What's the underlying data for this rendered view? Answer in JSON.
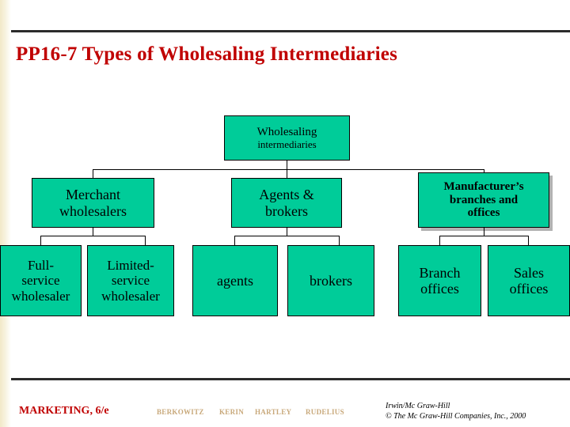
{
  "slide": {
    "title": "PP16-7  Types of Wholesaling Intermediaries",
    "accent_color": "#c00000",
    "box_color": "#00cc99"
  },
  "chart_data": {
    "type": "diagram",
    "title": "Types of Wholesaling Intermediaries",
    "nodes": [
      {
        "id": "root",
        "label": "Wholesaling\nintermediaries",
        "level": 0
      },
      {
        "id": "merchant",
        "label": "Merchant\nwholesalers",
        "level": 1
      },
      {
        "id": "agents_brokers",
        "label": "Agents &\nbrokers",
        "level": 1
      },
      {
        "id": "manufacturer",
        "label": "Manufacturer’s\nbranches and\noffices",
        "level": 1
      },
      {
        "id": "full_service",
        "label": "Full-\nservice\nwholesaler",
        "level": 2
      },
      {
        "id": "limited_service",
        "label": "Limited-\nservice\nwholesaler",
        "level": 2
      },
      {
        "id": "agents",
        "label": "agents",
        "level": 2
      },
      {
        "id": "brokers",
        "label": "brokers",
        "level": 2
      },
      {
        "id": "branch_offices",
        "label": "Branch\noffices",
        "level": 2
      },
      {
        "id": "sales_offices",
        "label": "Sales\noffices",
        "level": 2
      }
    ],
    "edges": [
      {
        "from": "root",
        "to": "merchant"
      },
      {
        "from": "root",
        "to": "agents_brokers"
      },
      {
        "from": "root",
        "to": "manufacturer"
      },
      {
        "from": "merchant",
        "to": "full_service"
      },
      {
        "from": "merchant",
        "to": "limited_service"
      },
      {
        "from": "agents_brokers",
        "to": "agents"
      },
      {
        "from": "agents_brokers",
        "to": "brokers"
      },
      {
        "from": "manufacturer",
        "to": "branch_offices"
      },
      {
        "from": "manufacturer",
        "to": "sales_offices"
      }
    ]
  },
  "boxes": {
    "root_line1": "Wholesaling",
    "root_line2": "intermediaries",
    "merchant_line1": "Merchant",
    "merchant_line2": "wholesalers",
    "agents_brokers_line1": "Agents &",
    "agents_brokers_line2": "brokers",
    "manufacturer_line1": "Manufacturer’s",
    "manufacturer_line2": "branches and",
    "manufacturer_line3": "offices",
    "full_service_line1": "Full-",
    "full_service_line2": "service",
    "full_service_line3": "wholesaler",
    "limited_service_line1": "Limited-",
    "limited_service_line2": "service",
    "limited_service_line3": "wholesaler",
    "agents": "agents",
    "brokers": "brokers",
    "branch_line1": "Branch",
    "branch_line2": "offices",
    "sales_line1": "Sales",
    "sales_line2": "offices"
  },
  "footer": {
    "brand": "MARKETING, 6/e",
    "authors": [
      "BERKOWITZ",
      "KERIN",
      "HARTLEY",
      "RUDELIUS"
    ],
    "credit_line1": "Irwin/Mc Graw-Hill",
    "credit_line2": "© The Mc Graw-Hill Companies, Inc., 2000"
  }
}
